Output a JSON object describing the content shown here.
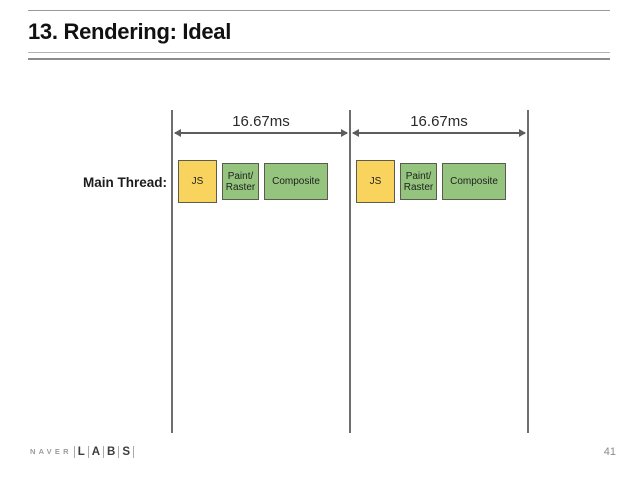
{
  "slide": {
    "title": "13. Rendering: Ideal",
    "page_number": "41"
  },
  "diagram": {
    "thread_label": "Main Thread:",
    "frames": [
      {
        "duration_label": "16.67ms",
        "tasks": [
          {
            "label": "JS",
            "type": "js"
          },
          {
            "label": "Paint/\nRaster",
            "type": "paint-raster"
          },
          {
            "label": "Composite",
            "type": "composite"
          }
        ]
      },
      {
        "duration_label": "16.67ms",
        "tasks": [
          {
            "label": "JS",
            "type": "js"
          },
          {
            "label": "Paint/\nRaster",
            "type": "paint-raster"
          },
          {
            "label": "Composite",
            "type": "composite"
          }
        ]
      }
    ]
  },
  "footer": {
    "brand_primary": "NAVER",
    "brand_letters": [
      "L",
      "A",
      "B",
      "S"
    ]
  },
  "colors": {
    "task_js": "#F8D35E",
    "task_green": "#94C47D",
    "line_gray": "#6e6e6e",
    "title_text": "#111111"
  }
}
